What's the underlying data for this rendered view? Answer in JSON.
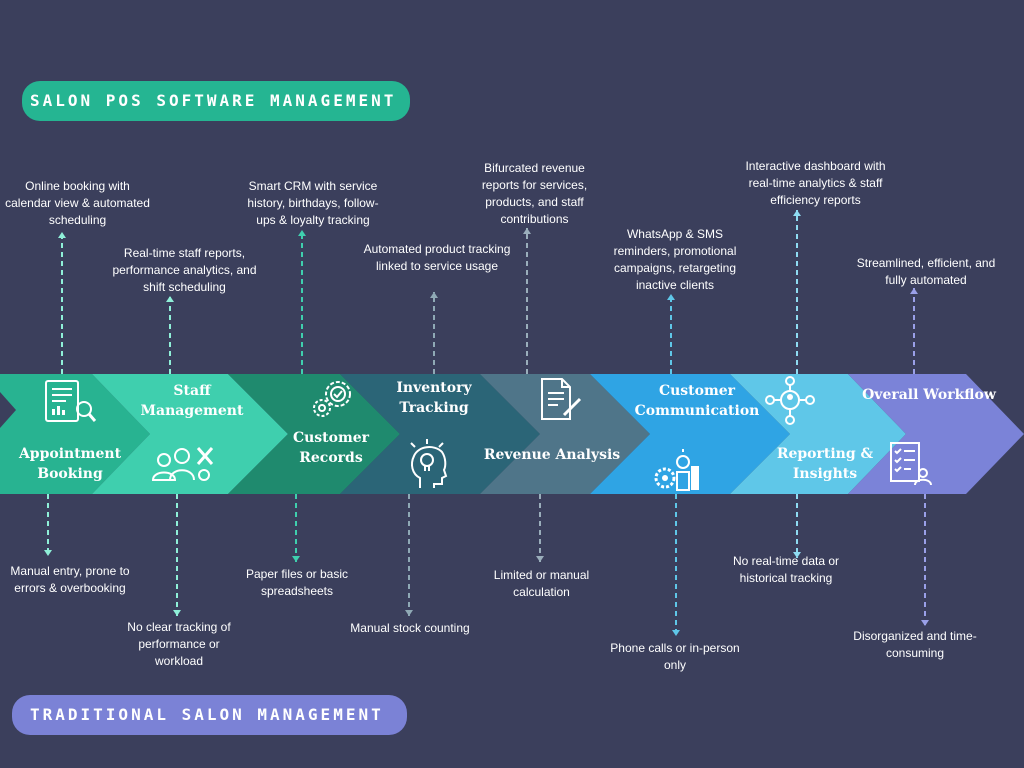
{
  "header": {
    "title": "SALON POS SOFTWARE MANAGEMENT"
  },
  "footer": {
    "title": "TRADITIONAL SALON MANAGEMENT"
  },
  "colors": {
    "background": "#3b3f5c",
    "pos_pill": "#25b592",
    "traditional_pill": "#7b82d6"
  },
  "stages": [
    {
      "id": "appointment",
      "title": "Appointment Booking",
      "icon": "report-magnifier-icon",
      "color": "#28b391",
      "pos": "Online booking with calendar view & automated scheduling",
      "traditional": "Manual entry, prone to errors & overbooking"
    },
    {
      "id": "staff",
      "title": "Staff Management",
      "icon": "team-tools-icon",
      "color": "#3fcfae",
      "pos": "Real-time staff reports, performance analytics, and shift scheduling",
      "traditional": "No clear tracking of performance or workload"
    },
    {
      "id": "records",
      "title": "Customer Records",
      "icon": "gears-check-icon",
      "color": "#1f8a6e",
      "pos": "Smart CRM with service history, birthdays, follow-ups & loyalty tracking",
      "traditional": "Paper files or basic spreadsheets"
    },
    {
      "id": "inventory",
      "title": "Inventory Tracking",
      "icon": "head-lightbulb-icon",
      "color": "#2b6577",
      "pos": "Automated product tracking linked to service usage",
      "traditional": "Manual stock counting"
    },
    {
      "id": "revenue",
      "title": "Revenue Analysis",
      "icon": "document-pen-icon",
      "color": "#4f7589",
      "pos": "Bifurcated revenue reports for services, products, and staff contributions",
      "traditional": "Limited or manual calculation"
    },
    {
      "id": "communication",
      "title": "Customer Communication",
      "icon": "gears-idea-icon",
      "color": "#2fa4e4",
      "pos": "WhatsApp & SMS reminders, promotional campaigns, retargeting inactive clients",
      "traditional": "Phone calls or in-person only"
    },
    {
      "id": "reporting",
      "title": "Reporting & Insights",
      "icon": "network-user-icon",
      "color": "#5fc7e8",
      "pos": "Interactive dashboard with real-time analytics & staff efficiency reports",
      "traditional": "No real-time data or historical tracking"
    },
    {
      "id": "workflow",
      "title": "Overall Workflow",
      "icon": "checklist-team-icon",
      "color": "#7b83d8",
      "pos": "Streamlined, efficient, and fully automated",
      "traditional": "Disorganized and time-consuming"
    }
  ]
}
